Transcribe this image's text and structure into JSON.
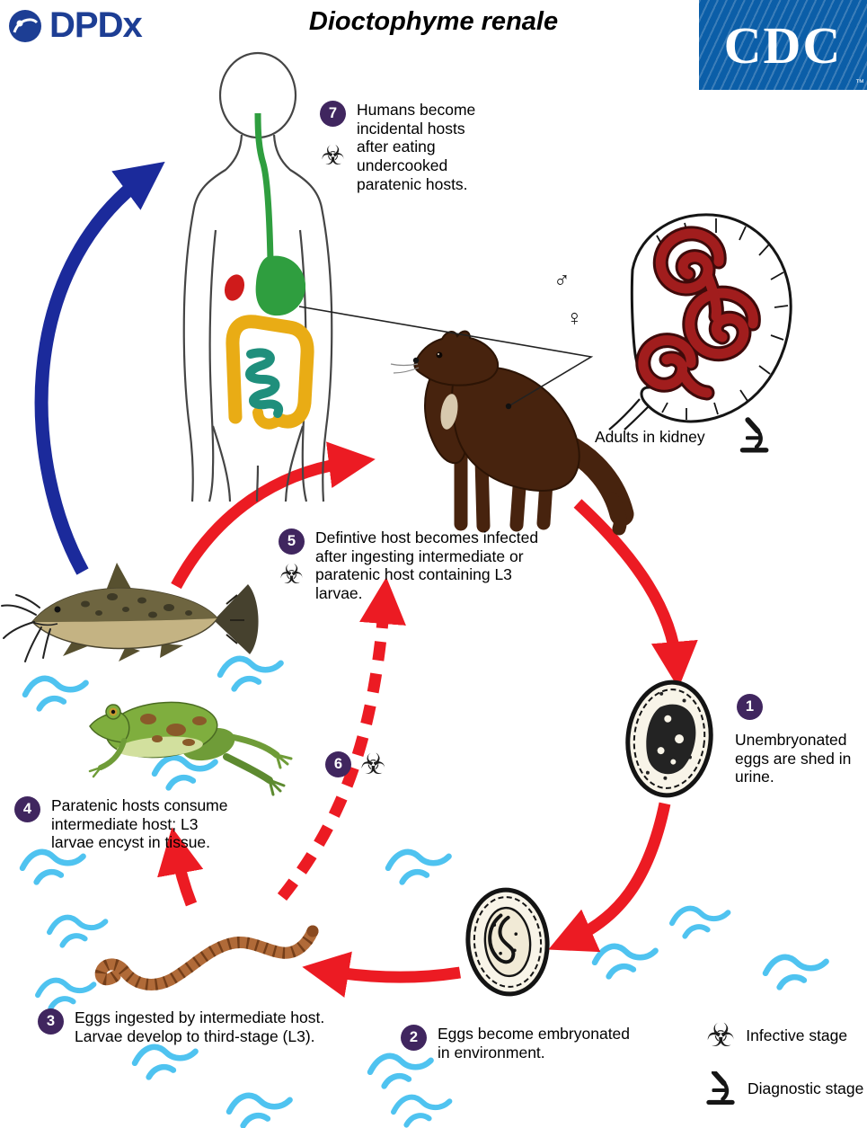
{
  "header": {
    "dpdx_logo": "DPDx",
    "title": "Dioctophyme renale",
    "cdc_logo": "CDC",
    "cdc_trademark": "™"
  },
  "kidney_inset": {
    "label": "Adults in kidney",
    "male_symbol": "♂",
    "female_symbol": "♀"
  },
  "steps": {
    "s1": {
      "num": "1",
      "text": "Unembryonated eggs are shed in urine."
    },
    "s2": {
      "num": "2",
      "text": "Eggs become embryonated in environment."
    },
    "s3": {
      "num": "3",
      "text": "Eggs ingested by intermediate host. Larvae develop to third-stage (L3)."
    },
    "s4": {
      "num": "4",
      "text": "Paratenic hosts consume intermediate host; L3 larvae encyst in tissue."
    },
    "s5": {
      "num": "5",
      "text": "Defintive host becomes infected after ingesting intermediate or paratenic host containing L3 larvae."
    },
    "s6": {
      "num": "6"
    },
    "s7": {
      "num": "7",
      "text": "Humans become incidental hosts after eating undercooked paratenic hosts."
    }
  },
  "icons": {
    "biohazard": "☣"
  },
  "legend": {
    "infective_label": "Infective stage",
    "diagnostic_label": "Diagnostic stage"
  },
  "colors": {
    "step_badge_purple": "#40265f",
    "arrow_red": "#ec1b23",
    "arrow_blue": "#1b2a9b",
    "wave_blue": "#4fc3f0",
    "cdc_blue": "#0b5ea8",
    "dpdx_blue": "#1d3e94",
    "worm_red": "#a11d1d",
    "mink_brown": "#47230e"
  }
}
